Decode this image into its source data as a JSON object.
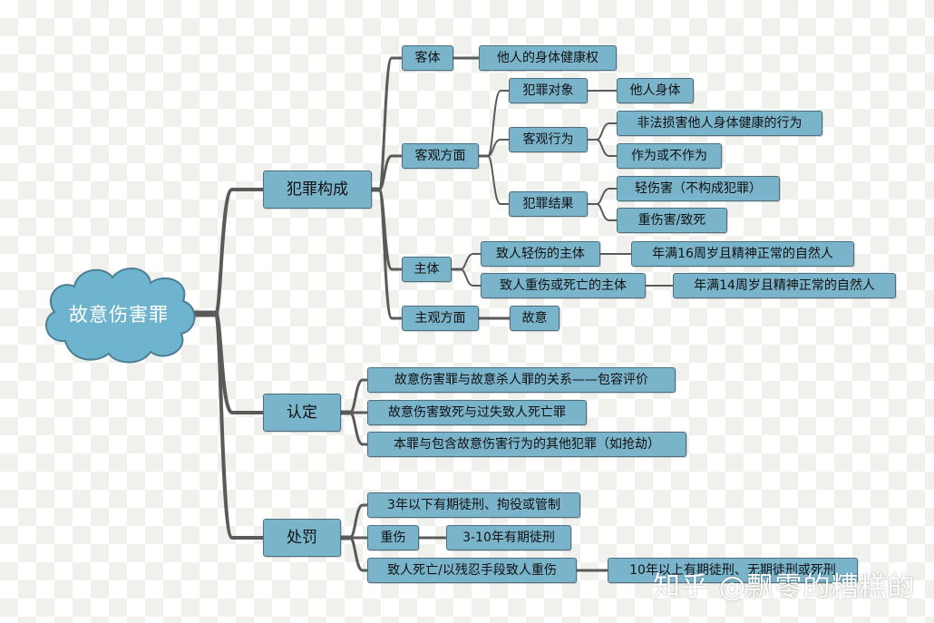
{
  "root": {
    "label": "故意伤害罪"
  },
  "branches": {
    "fanzui_goucheng": "犯罪构成",
    "rending": "认定",
    "chufa": "处罚"
  },
  "goucheng": {
    "keti": "客体",
    "keti_value": "他人的身体健康权",
    "keguan": "客观方面",
    "duixiang": "犯罪对象",
    "duixiang_value": "他人身体",
    "xingwei": "客观行为",
    "xingwei_1": "非法损害他人身体健康的行为",
    "xingwei_2": "作为或不作为",
    "jieguo": "犯罪结果",
    "jieguo_1": "轻伤害（不构成犯罪）",
    "jieguo_2": "重伤害/致死",
    "zhuti": "主体",
    "zhuti_1": "致人轻伤的主体",
    "zhuti_1_value": "年满16周岁且精神正常的自然人",
    "zhuti_2": "致人重伤或死亡的主体",
    "zhuti_2_value": "年满14周岁且精神正常的自然人",
    "zhuguan": "主观方面",
    "zhuguan_value": "故意"
  },
  "rending": {
    "item_1": "故意伤害罪与故意杀人罪的关系——包容评价",
    "item_2": "故意伤害致死与过失致人死亡罪",
    "item_3": "本罪与包含故意伤害行为的其他犯罪（如抢劫）"
  },
  "chufa": {
    "item_1": "3年以下有期徒刑、拘役或管制",
    "zhongshang": "重伤",
    "zhongshang_value": "3-10年有期徒刑",
    "siwang": "致人死亡/以残忍手段致人重伤",
    "siwang_value": "10年以上有期徒刑、无期徒刑或死刑"
  },
  "watermark": "知乎 @飘零的糟糕的",
  "colors": {
    "node_fill": "#79b4cb",
    "node_border": "#4d6f80",
    "root_fill": "#6fb4cf",
    "connector": "#5a5a5a"
  }
}
